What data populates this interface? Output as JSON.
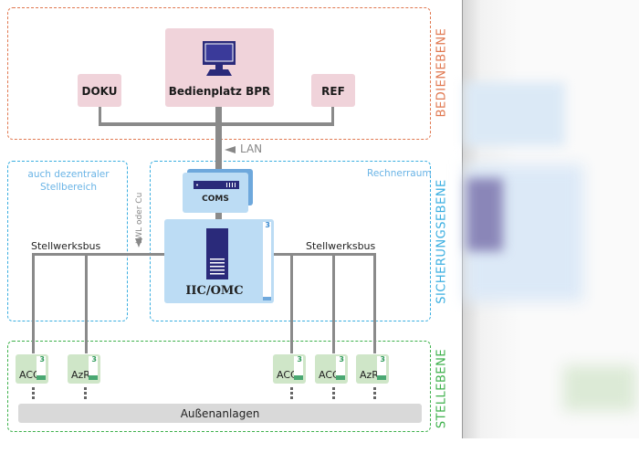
{
  "layers": {
    "bedienebene": {
      "label": "BEDIENEBENE",
      "color": "#e07850"
    },
    "sicherungsebene": {
      "label": "SICHERUNGSEBENE",
      "color": "#3aaee0"
    },
    "stellebene": {
      "label": "STELLEBENE",
      "color": "#3cb04a"
    }
  },
  "bedienebene": {
    "doku": "DOKU",
    "bpr": "Bedienplatz BPR",
    "ref": "REF",
    "lan_label": "LAN"
  },
  "sicherungsebene": {
    "dezentral_label": "auch dezentraler Stellbereich",
    "rechnerraum_label": "Rechnerraum",
    "coms": "COMS",
    "iic_omc": "IIC/OMC",
    "iic_badge": "3",
    "bus_left": "Stellwerksbus",
    "bus_right": "Stellwerksbus",
    "link_label": "LWL oder Cu"
  },
  "stellebene": {
    "modules": [
      {
        "label": "ACC",
        "badge": "3"
      },
      {
        "label": "AzR",
        "badge": "3"
      },
      {
        "label": "ACC",
        "badge": "3"
      },
      {
        "label": "ACC",
        "badge": "3"
      },
      {
        "label": "AzR",
        "badge": "3"
      }
    ],
    "aussenanlagen": "Außenanlagen"
  }
}
